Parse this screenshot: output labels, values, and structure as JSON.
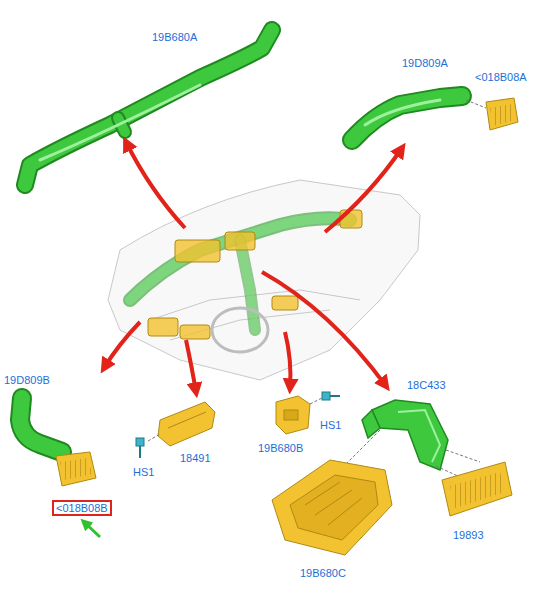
{
  "diagram": {
    "nodes": [
      {
        "text": [
          "<018B08B"
        ]
      }
    ],
    "labels": [
      "19B680A",
      "19D809A",
      "<018B08A",
      "19D809B",
      "18C433",
      "HS1",
      "18491",
      "HS1",
      "19B680B",
      "19893",
      "19B680C"
    ]
  }
}
